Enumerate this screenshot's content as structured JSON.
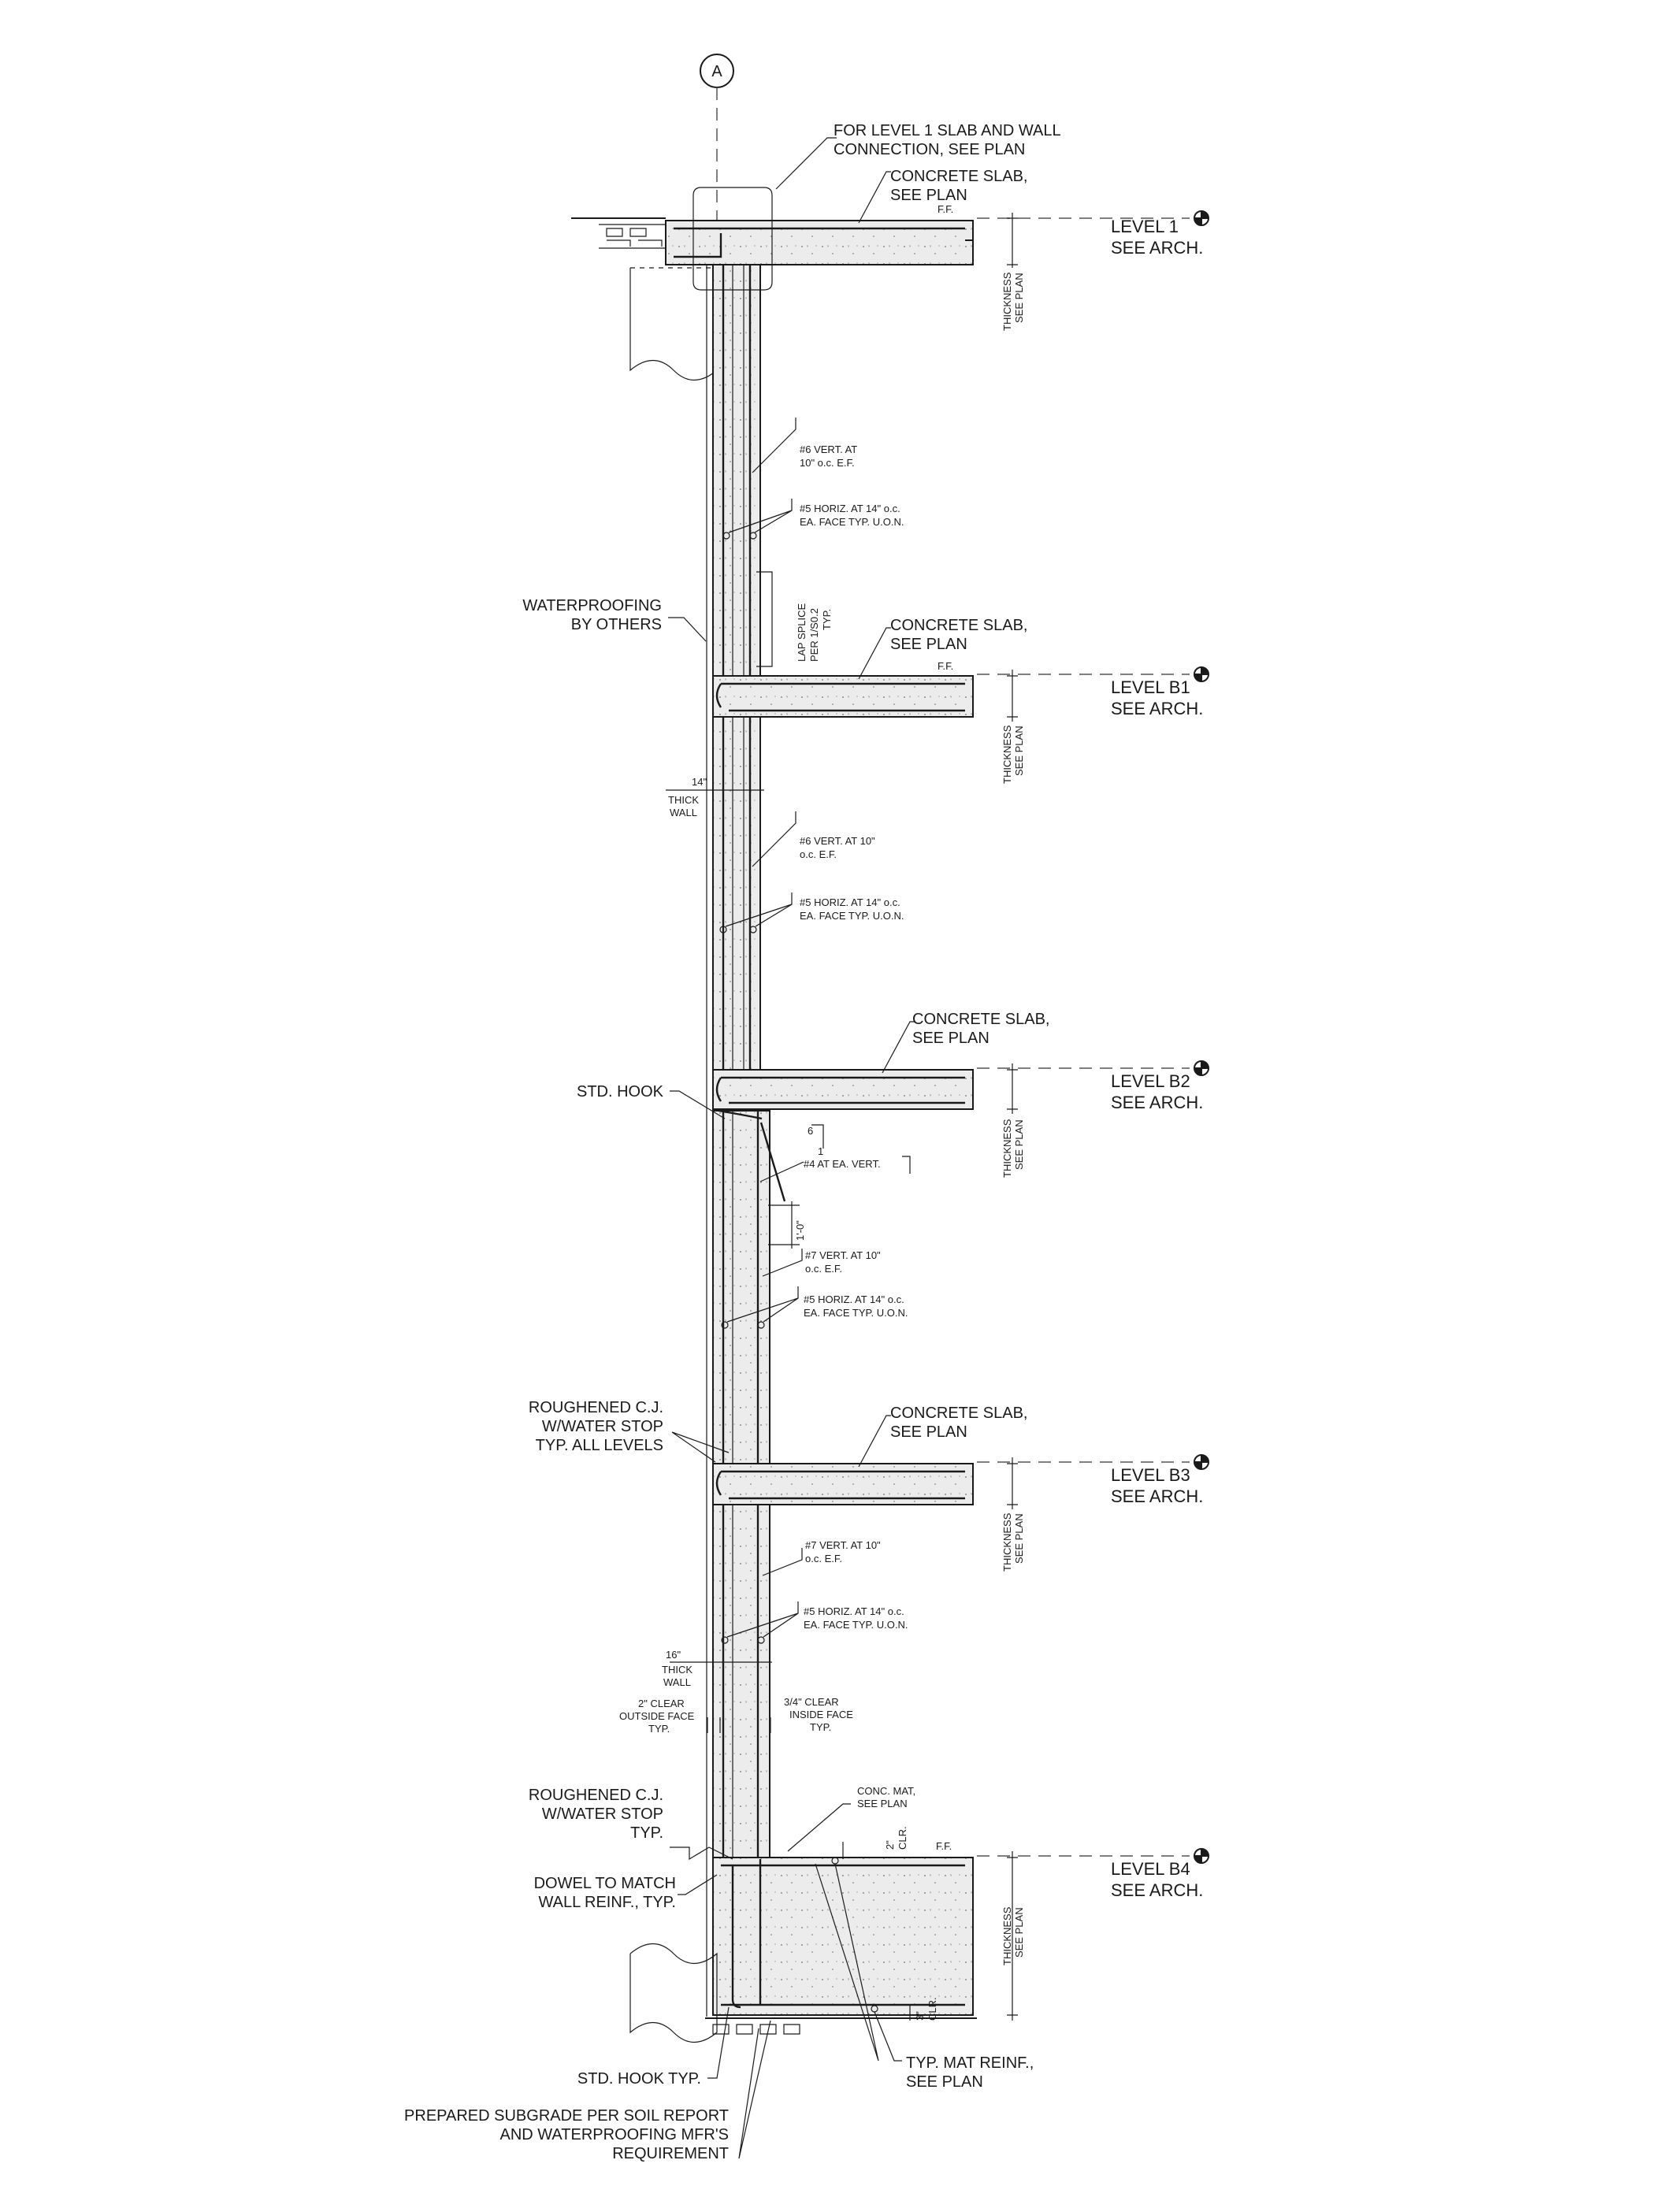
{
  "grid": {
    "bubble": "A"
  },
  "levels": [
    {
      "name": "LEVEL 1",
      "sub": "SEE ARCH."
    },
    {
      "name": "LEVEL B1",
      "sub": "SEE ARCH."
    },
    {
      "name": "LEVEL B2",
      "sub": "SEE ARCH."
    },
    {
      "name": "LEVEL B3",
      "sub": "SEE ARCH."
    },
    {
      "name": "LEVEL B4",
      "sub": "SEE ARCH."
    }
  ],
  "thickness": [
    "THICKNESS",
    "SEE PLAN"
  ],
  "ff": "F.F.",
  "notes": {
    "level1_conn": [
      "FOR LEVEL 1 SLAB AND WALL",
      "CONNECTION, SEE PLAN"
    ],
    "slab": [
      "CONCRETE SLAB,",
      "SEE PLAN"
    ],
    "vert6a": [
      "#6  VERT.  AT",
      "10\"  o.c.  E.F."
    ],
    "vert6b": [
      "#6  VERT.  AT  10\"",
      "o.c.  E.F."
    ],
    "horiz5": [
      "#5  HORIZ.  AT  14\"  o.c.",
      "EA.  FACE  TYP.  U.O.N."
    ],
    "lap": [
      "LAP  SPLICE",
      "PER  1/S0.2",
      "TYP."
    ],
    "waterproofing": [
      "WATERPROOFING",
      "BY OTHERS"
    ],
    "wall14": [
      "14\"",
      "THICK",
      "WALL"
    ],
    "std_hook": "STD. HOOK",
    "slope": [
      "6",
      "1"
    ],
    "bar4": "#4  AT  EA.  VERT.",
    "dim_1ft": "1'-0\"",
    "vert7": [
      "#7  VERT.  AT  10\"",
      "o.c.  E.F."
    ],
    "roughened_all": [
      "ROUGHENED C.J.",
      "W/WATER STOP",
      "TYP. ALL LEVELS"
    ],
    "wall16": [
      "16\"",
      "THICK",
      "WALL"
    ],
    "clear_out": [
      "2\"  CLEAR",
      "OUTSIDE FACE",
      "TYP."
    ],
    "clear_in": [
      "3/4\"  CLEAR",
      "INSIDE FACE",
      "TYP."
    ],
    "conc_mat": [
      "CONC.  MAT,",
      "SEE  PLAN"
    ],
    "clr2": [
      "2\"",
      "CLR."
    ],
    "roughened_typ": [
      "ROUGHENED C.J.",
      "W/WATER STOP",
      "TYP."
    ],
    "dowel": [
      "DOWEL TO MATCH",
      "WALL REINF., TYP."
    ],
    "clr3": [
      "3\"",
      "CLR."
    ],
    "typ_mat": [
      "TYP. MAT REINF.,",
      "SEE PLAN"
    ],
    "std_hook_typ": "STD. HOOK TYP.",
    "subgrade": [
      "PREPARED SUBGRADE PER SOIL REPORT",
      "AND WATERPROOFING MFR'S",
      "REQUIREMENT"
    ]
  }
}
